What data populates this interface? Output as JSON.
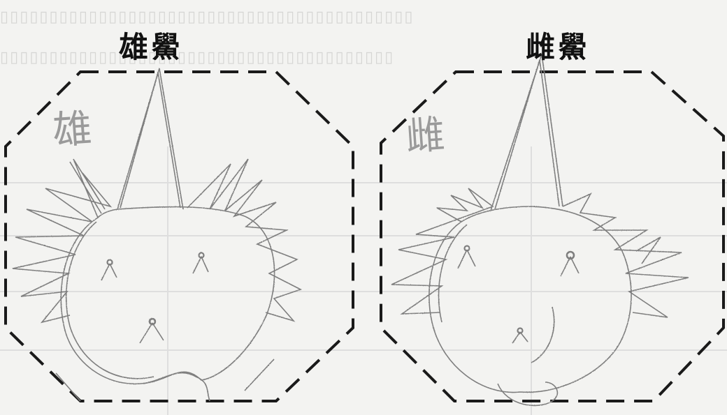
{
  "panels": [
    {
      "title": "雄鱟",
      "handwriting": "雄"
    },
    {
      "title": "雌鱟",
      "handwriting": "雌"
    }
  ],
  "colors": {
    "paper": "#f3f3f1",
    "pencil": "#7e7e7e",
    "frame": "#1a1a1a",
    "title": "#111111"
  }
}
